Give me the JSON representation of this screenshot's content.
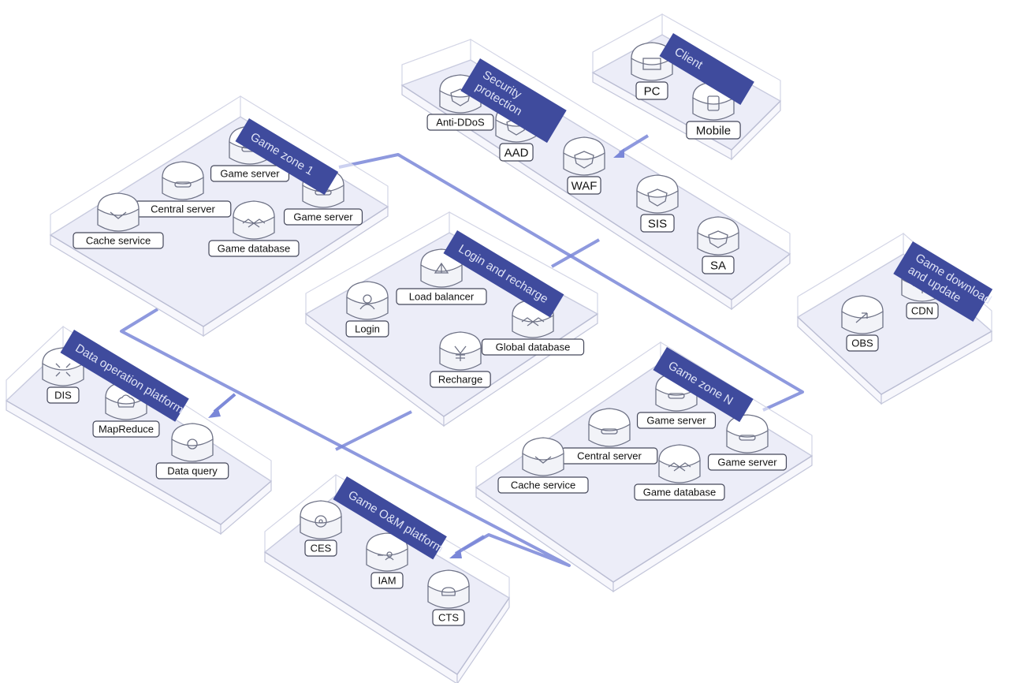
{
  "zones": [
    {
      "id": "game-zone-1",
      "title": [
        "Game zone 1"
      ],
      "nodes": [
        "Game server",
        "Central server",
        "Game server",
        "Cache service",
        "Game database"
      ]
    },
    {
      "id": "security-protection",
      "title": [
        "Security",
        "protection"
      ],
      "nodes": [
        "Anti-DDoS",
        "AAD",
        "WAF",
        "SIS",
        "SA"
      ]
    },
    {
      "id": "client",
      "title": [
        "Client"
      ],
      "nodes": [
        "PC",
        "Mobile"
      ]
    },
    {
      "id": "login-and-recharge",
      "title": [
        "Login and recharge"
      ],
      "nodes": [
        "Load balancer",
        "Login",
        "Global database",
        "Recharge"
      ]
    },
    {
      "id": "game-download-and-update",
      "title": [
        "Game download",
        "and update"
      ],
      "nodes": [
        "CDN",
        "OBS"
      ]
    },
    {
      "id": "data-operation-platform",
      "title": [
        "Data operation platform"
      ],
      "nodes": [
        "DIS",
        "MapReduce",
        "Data query"
      ]
    },
    {
      "id": "game-zone-n",
      "title": [
        "Game zone N"
      ],
      "nodes": [
        "Game server",
        "Central server",
        "Game server",
        "Cache service",
        "Game database"
      ]
    },
    {
      "id": "game-om-platform",
      "title": [
        "Game O&M platform"
      ],
      "nodes": [
        "CES",
        "IAM",
        "CTS"
      ]
    }
  ],
  "icons": {
    "Game server": "server-icon",
    "Central server": "server-icon",
    "Cache service": "cache-icon",
    "Game database": "database-icon",
    "Global database": "database-icon",
    "Anti-DDoS": "shield-icon",
    "AAD": "shield-icon",
    "WAF": "shield-icon",
    "SIS": "shield-icon",
    "SA": "shield-icon",
    "PC": "pc-icon",
    "Mobile": "mobile-icon",
    "Load balancer": "load-balancer-icon",
    "Login": "user-icon",
    "Recharge": "yuan-icon",
    "CDN": "cdn-icon",
    "OBS": "upload-icon",
    "DIS": "stream-icon",
    "MapReduce": "cluster-icon",
    "Data query": "query-icon",
    "CES": "monitor-icon",
    "IAM": "identity-icon",
    "CTS": "trace-icon"
  },
  "colors": {
    "banner": "#3f4b9d",
    "connector": "#7a87d8",
    "platform": "#ecedf8"
  }
}
